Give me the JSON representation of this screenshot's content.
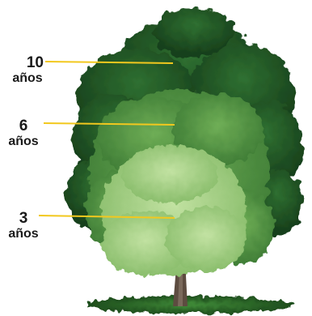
{
  "markers": [
    {
      "value": "10",
      "unit": "años"
    },
    {
      "value": "6",
      "unit": "años"
    },
    {
      "value": "3",
      "unit": "años"
    }
  ],
  "colors": {
    "line": "#f2c81e",
    "canopy_10": "#1f5a25",
    "canopy_6": "#4f9140",
    "canopy_3": "#9ccd7b",
    "trunk": "#5a4a3e",
    "ground": "#2f6b2a"
  }
}
